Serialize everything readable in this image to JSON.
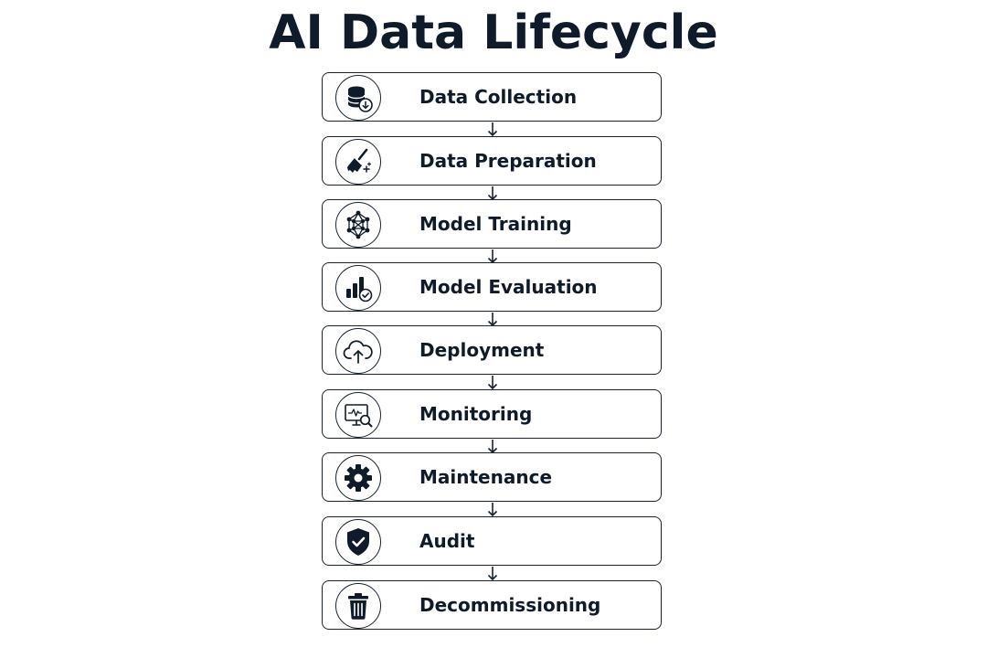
{
  "title": "AI Data Lifecycle",
  "steps": [
    {
      "label": "Data Collection",
      "icon": "database-download-icon"
    },
    {
      "label": "Data Preparation",
      "icon": "broom-icon"
    },
    {
      "label": "Model Training",
      "icon": "neural-network-icon"
    },
    {
      "label": "Model Evaluation",
      "icon": "bar-chart-check-icon"
    },
    {
      "label": "Deployment",
      "icon": "cloud-upload-icon"
    },
    {
      "label": "Monitoring",
      "icon": "monitor-search-icon"
    },
    {
      "label": "Maintenance",
      "icon": "gear-icon"
    },
    {
      "label": "Audit",
      "icon": "shield-check-icon"
    },
    {
      "label": "Decommissioning",
      "icon": "trash-icon"
    }
  ],
  "colors": {
    "ink": "#0f1a2a",
    "background": "#ffffff"
  }
}
